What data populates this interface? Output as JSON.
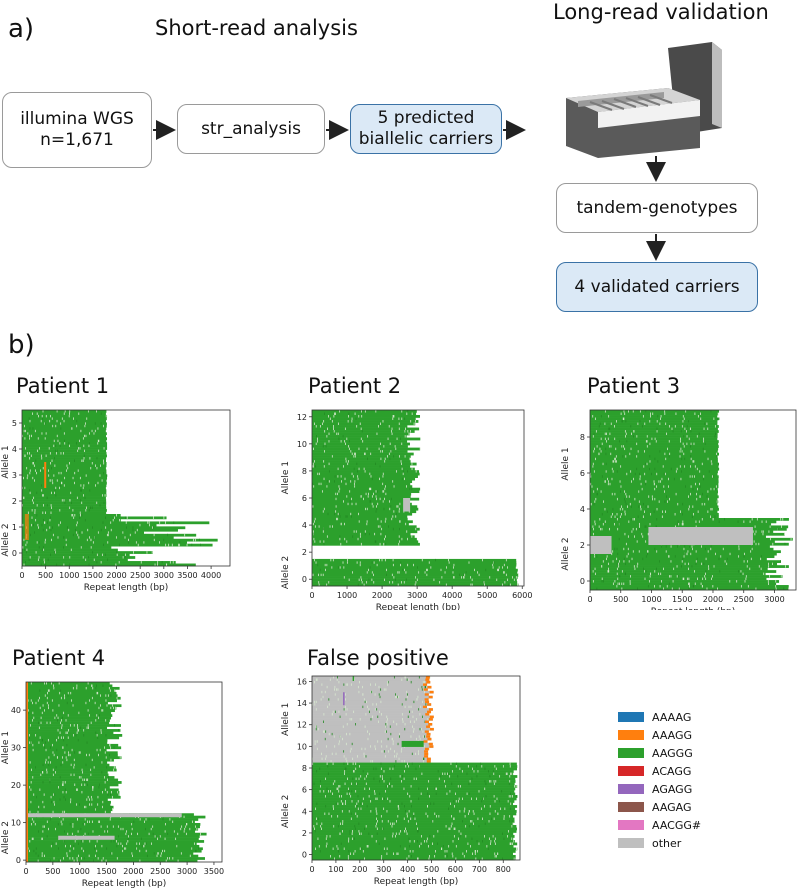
{
  "panel_a": {
    "letter": "a)",
    "short_read_title": "Short-read analysis",
    "long_read_title": "Long-read validation",
    "boxes": {
      "illumina_line1": "illumina WGS",
      "illumina_line2": "n=1,671",
      "str_analysis": "str_analysis",
      "predicted_line1": "5 predicted",
      "predicted_line2": "biallelic carriers",
      "tandem": "tandem-genotypes",
      "validated": "4 validated carriers"
    },
    "colors": {
      "blue_box_fill": "#dbe9f6",
      "blue_box_border": "#3a72a6",
      "gray_border": "#9a9a9a"
    },
    "icon": "sequencer-icon"
  },
  "panel_b": {
    "letter": "b)",
    "xlabel": "Repeat length (bp)",
    "allele1_label": "Allele 1",
    "allele2_label": "Allele 2"
  },
  "legend": {
    "entries": [
      {
        "label": "AAAAG",
        "color": "#1f77b4"
      },
      {
        "label": "AAAGG",
        "color": "#ff7f0e"
      },
      {
        "label": "AAGGG",
        "color": "#2ca02c"
      },
      {
        "label": "ACAGG",
        "color": "#d62728"
      },
      {
        "label": "AGAGG",
        "color": "#9467bd"
      },
      {
        "label": "AAGAG",
        "color": "#8c564b"
      },
      {
        "label": "AACGG#",
        "color": "#e377c2"
      },
      {
        "label": "other",
        "color": "#bfbfbf"
      }
    ]
  },
  "chart_data": [
    {
      "type": "heatmap",
      "title": "Patient 1",
      "xlabel": "Repeat length (bp)",
      "xticks": [
        "0",
        "500",
        "1000",
        "1500",
        "2000",
        "2500",
        "3000",
        "3500",
        "4000"
      ],
      "yticks": [
        "0",
        "1",
        "2",
        "3",
        "4",
        "5"
      ],
      "xlim": [
        0,
        4400
      ],
      "ylim": [
        -0.5,
        5.5
      ],
      "allele1_reads": {
        "y_from": 1.5,
        "y_to": 5.5,
        "length_bp": 1800
      },
      "allele2_reads": {
        "y_from": -0.5,
        "y_to": 1.5,
        "length_bp": [
          1850,
          4350
        ]
      },
      "other_bands_at_bp": []
    },
    {
      "type": "heatmap",
      "title": "Patient 2",
      "xlabel": "Repeat length (bp)",
      "xticks": [
        "0",
        "1000",
        "2000",
        "3000",
        "4000",
        "5000",
        "6000"
      ],
      "yticks": [
        "0",
        "2",
        "4",
        "6",
        "8",
        "10",
        "12"
      ],
      "xlim": [
        0,
        6050
      ],
      "ylim": [
        -0.5,
        12.5
      ],
      "allele1_reads": {
        "y_from": 2.5,
        "y_to": 12.5,
        "length_bp": [
          2700,
          3100
        ]
      },
      "allele2_reads": {
        "y_from": -0.5,
        "y_to": 1.5,
        "length_bp": 5900
      },
      "other_bands_at_bp": [
        {
          "y": 5.5,
          "from_bp": 2600,
          "to_bp": 2800
        }
      ]
    },
    {
      "type": "heatmap",
      "title": "Patient 3",
      "xlabel": "Repeat length (bp)",
      "xticks": [
        "0",
        "500",
        "1000",
        "1500",
        "2000",
        "2500",
        "3000"
      ],
      "yticks": [
        "0",
        "2",
        "4",
        "6",
        "8"
      ],
      "xlim": [
        0,
        3350
      ],
      "ylim": [
        -0.5,
        9.5
      ],
      "allele1_reads": {
        "y_from": 3.5,
        "y_to": 9.5,
        "length_bp": 2100
      },
      "allele2_reads": {
        "y_from": -0.5,
        "y_to": 3.5,
        "length_bp": [
          2850,
          3300
        ]
      },
      "other_bands_at_bp": [
        {
          "y": 2.5,
          "from_bp": 950,
          "to_bp": 2650
        },
        {
          "y": 2.0,
          "from_bp": 0,
          "to_bp": 350
        }
      ]
    },
    {
      "type": "heatmap",
      "title": "Patient 4",
      "xlabel": "Repeat length (bp)",
      "xticks": [
        "0",
        "500",
        "1000",
        "1500",
        "2000",
        "2500",
        "3000",
        "3500"
      ],
      "yticks": [
        "0",
        "10",
        "20",
        "30",
        "40"
      ],
      "xlim": [
        0,
        3650
      ],
      "ylim": [
        -0.5,
        47.5
      ],
      "allele1_reads": {
        "y_from": 12.5,
        "y_to": 47.5,
        "length_bp": [
          1500,
          1800
        ]
      },
      "allele2_reads": {
        "y_from": -0.5,
        "y_to": 12.5,
        "length_bp": [
          3100,
          3400
        ]
      },
      "other_bands_at_bp": [
        {
          "y": 12.0,
          "from_bp": 0,
          "to_bp": 2900
        },
        {
          "y": 6.0,
          "from_bp": 600,
          "to_bp": 1650
        }
      ]
    },
    {
      "type": "heatmap",
      "title": "False positive",
      "xlabel": "Repeat length (bp)",
      "xticks": [
        "0",
        "100",
        "200",
        "300",
        "400",
        "500",
        "600",
        "700",
        "800"
      ],
      "yticks": [
        "0",
        "2",
        "4",
        "6",
        "8",
        "10",
        "12",
        "14",
        "16"
      ],
      "xlim": [
        0,
        870
      ],
      "ylim": [
        -0.5,
        16.5
      ],
      "allele1_reads": {
        "y_from": 8.5,
        "y_to": 16.5,
        "length_bp": [
          480,
          510
        ],
        "mostly": "other"
      },
      "allele2_reads": {
        "y_from": -0.5,
        "y_to": 8.5,
        "length_bp": [
          840,
          860
        ]
      },
      "other_bands_at_bp": []
    }
  ]
}
